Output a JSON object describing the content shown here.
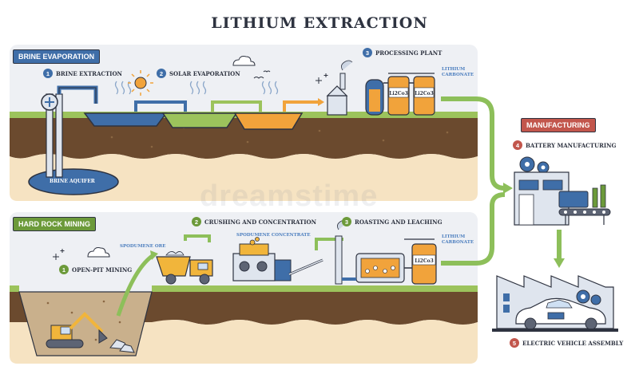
{
  "title": "LITHIUM EXTRACTION",
  "watermark": "dreamstime",
  "brine": {
    "section_label": "BRINE EVAPORATION",
    "steps": [
      {
        "num": "1",
        "label": "BRINE EXTRACTION"
      },
      {
        "num": "2",
        "label": "SOLAR EVAPORATION"
      },
      {
        "num": "3",
        "label": "PROCESSING PLANT"
      }
    ],
    "aquifer_label": "BRINE AQUIFER",
    "product_label": "LITHIUM\nCARBONATE",
    "tank_label": "Li2Co3"
  },
  "rock": {
    "section_label": "HARD ROCK MINING",
    "steps": [
      {
        "num": "1",
        "label": "OPEN-PIT MINING"
      },
      {
        "num": "2",
        "label": "CRUSHING AND CONCENTRATION"
      },
      {
        "num": "3",
        "label": "ROASTING AND LEACHING"
      }
    ],
    "ore_label": "SPODUMENE ORE",
    "concentrate_label": "SPODUMENE CONCENTRATE",
    "product_label": "LITHIUM\nCARBONATE",
    "tank_label": "Li2Co3"
  },
  "manufacturing": {
    "section_label": "MANUFACTURING",
    "steps": [
      {
        "num": "4",
        "label": "BATTERY MANUFACTURING"
      },
      {
        "num": "5",
        "label": "ELECTRIC VEHICLE ASSEMBLY"
      }
    ]
  },
  "colors": {
    "blue": "#3f6ea8",
    "green": "#6c9a3a",
    "red": "#c2564c",
    "panel": "#eef0f4",
    "soil": "#6b4a2e",
    "sand": "#f6e3c2",
    "arrow": "#8dbf5a"
  }
}
